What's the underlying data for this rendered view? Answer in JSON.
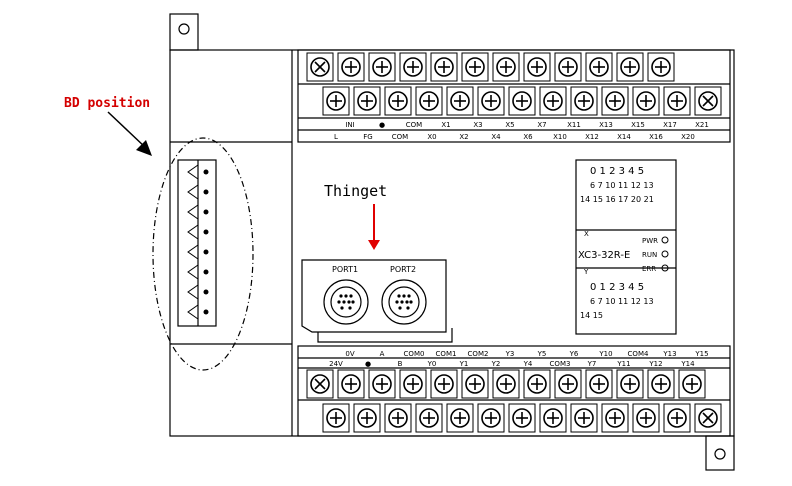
{
  "annotations": {
    "bd_position": "BD position",
    "brand": "Thinget",
    "colors": {
      "annotation_text": "#d40000",
      "arrow_red": "#e00000",
      "line": "#000000"
    }
  },
  "model": "XC3-32R-E",
  "ports": [
    "PORT1",
    "PORT2"
  ],
  "status_leds": [
    "PWR",
    "RUN",
    "ERR"
  ],
  "top_terminal": {
    "upper_labels": [
      "INI",
      "●",
      "COM",
      "X1",
      "X3",
      "X5",
      "X7",
      "X11",
      "X13",
      "X15",
      "X17",
      "X21"
    ],
    "lower_labels": [
      "L",
      "FG",
      "COM",
      "X0",
      "X2",
      "X4",
      "X6",
      "X10",
      "X12",
      "X14",
      "X16",
      "X20"
    ]
  },
  "bottom_terminal": {
    "upper_labels": [
      "0V",
      "A",
      "COM0",
      "COM1",
      "COM2",
      "Y3",
      "Y5",
      "Y6",
      "Y10",
      "COM4",
      "Y13",
      "Y15"
    ],
    "lower_labels": [
      "24V",
      "●",
      "B",
      "Y0",
      "Y1",
      "Y2",
      "Y4",
      "COM3",
      "Y7",
      "Y11",
      "Y12",
      "Y14"
    ]
  },
  "indicator_panel": {
    "input_header": "X",
    "output_header": "Y",
    "input_rows": [
      "0 1 2 3 4 5",
      "6 7 10 11 12 13",
      "14 15 16 17 20 21"
    ],
    "output_rows": [
      "0 1 2 3 4 5",
      "6 7 10 11 12 13",
      "14 15"
    ]
  }
}
